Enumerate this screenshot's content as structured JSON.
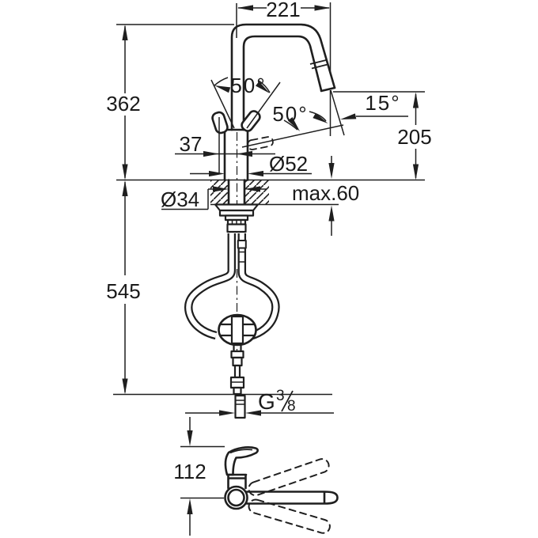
{
  "drawing_type": "faucet-dimension-diagram",
  "colors": {
    "background": "#ffffff",
    "line": "#1f1f1f",
    "text": "#1a1a1a"
  },
  "labels": {
    "spout_reach": "221",
    "height_above_deck": "362",
    "lever_angle_front": "50°",
    "lever_angle_side": "50°",
    "spout_angle": "15°",
    "lever_offset": "37",
    "body_diameter": "Ø52",
    "outlet_height": "205",
    "hole_diameter": "Ø34",
    "max_deck_thickness": "max.60",
    "hose_length": "545",
    "thread": {
      "prefix": "G",
      "numerator": "3",
      "denominator": "8"
    },
    "folded_height": "112"
  }
}
